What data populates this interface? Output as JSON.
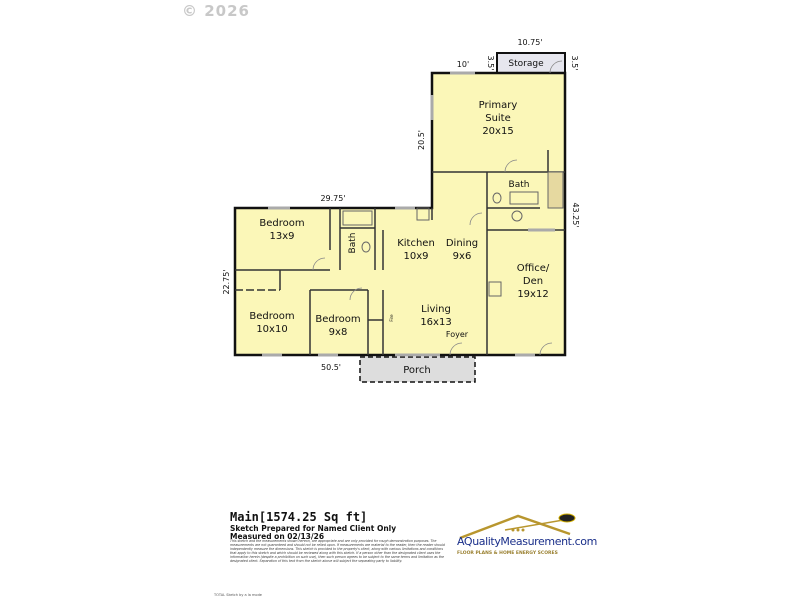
{
  "watermark": "© 2026",
  "plan": {
    "rooms": {
      "primary": [
        "Primary",
        "Suite",
        "20x15"
      ],
      "storage": "Storage",
      "bath_primary": "Bath",
      "bedroom1": [
        "Bedroom",
        "13x9"
      ],
      "bath_hall": "Bath",
      "kitchen": [
        "Kitchen",
        "10x9"
      ],
      "dining": [
        "Dining",
        "9x6"
      ],
      "office": [
        "Office/",
        "Den",
        "19x12"
      ],
      "bedroom2": [
        "Bedroom",
        "10x10"
      ],
      "bedroom3": [
        "Bedroom",
        "9x8"
      ],
      "living": [
        "Living",
        "16x13"
      ],
      "foyer": "Foyer",
      "porch": "Porch",
      "fireplace": "Fire"
    },
    "dimensions": {
      "storage_width": "10.75'",
      "storage_depth_left": "3.5'",
      "storage_depth_right": "3.5'",
      "primary_top": "10'",
      "primary_left": "20.5'",
      "right_side": "43.25'",
      "wing_top": "29.75'",
      "wing_left": "22.75'",
      "bottom": "50.5'"
    },
    "colors": {
      "room_fill": "#fbf7b8",
      "wall": "#111111",
      "porch_fill": "#dddddd",
      "storage_fill": "#e6e6ee"
    }
  },
  "legend": {
    "title": "Main[1574.25 Sq ft]",
    "prepared": "Sketch Prepared for Named Client Only",
    "measured": "Measured on 02/13/26",
    "disclaimer": "This sketch and the measurements shown hereon, are appropriate and are only provided for rough demonstration purposes. The measurements are not guaranteed and should not be relied upon. If measurements are material to the reader, then the reader should independently measure the dimensions. This sketch is provided to the property's client, along with various limitations and conditions that apply to this sketch and which should be reviewed along with this sketch. If a person other than the designated client uses the information herein (despite a prohibition on such use), then such person agrees to be subject to the same terms and limitation as the designated client. Separation of this text from the sketch above will subject the separating party to liability."
  },
  "logo": {
    "brand": "AQualityMeasurement.com",
    "tagline": "FLOOR PLANS & HOME ENERGY SCORES"
  },
  "footer": "TOTAL Sketch by a la mode"
}
